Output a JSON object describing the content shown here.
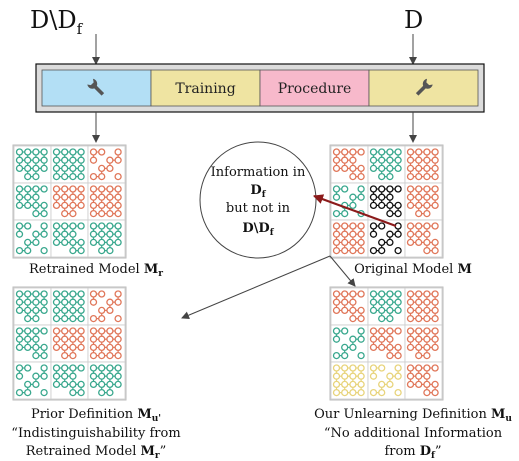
{
  "top_left_label": "D\\Df",
  "top_right_label": "D",
  "procedure_bar": {
    "segments": [
      "",
      "Training",
      "Procedure",
      ""
    ],
    "colors": [
      "#b3dff5",
      "#efe4a2",
      "#f7b9cb",
      "#efe4a2"
    ],
    "wrench_icon": "wrench-icon"
  },
  "bubble": {
    "line1": "Information in",
    "line2": "Df",
    "line3": "but not in",
    "line4": "D\\Df"
  },
  "colors": {
    "teal": "#3aa88e",
    "orange": "#e0775a",
    "black": "#111111",
    "yellow": "#e8d47c",
    "arrow_red": "#8b1a1a"
  },
  "models": {
    "retrained": {
      "label": "Retrained Model",
      "symbol": "Mr",
      "grid": [
        [
          "teal",
          "teal",
          "orange"
        ],
        [
          "teal",
          "orange",
          "orange"
        ],
        [
          "teal",
          "teal",
          "teal"
        ]
      ]
    },
    "original": {
      "label": "Original Model",
      "symbol": "M",
      "grid": [
        [
          "orange",
          "teal",
          "orange"
        ],
        [
          "teal",
          "black",
          "orange"
        ],
        [
          "orange",
          "black",
          "orange"
        ]
      ]
    },
    "prior": {
      "line1": "Prior Definition",
      "symbol": "Mu'",
      "line2": "“Indistinguishability from",
      "line3": "Retrained Model Mr”",
      "grid": [
        [
          "teal",
          "teal",
          "orange"
        ],
        [
          "teal",
          "orange",
          "orange"
        ],
        [
          "teal",
          "teal",
          "teal"
        ]
      ]
    },
    "ours": {
      "line1": "Our Unlearning Definition",
      "symbol": "Mu",
      "line2": "“No additional Information",
      "line3": "from Df”",
      "grid": [
        [
          "orange",
          "teal",
          "orange"
        ],
        [
          "teal",
          "orange",
          "orange"
        ],
        [
          "yellow",
          "yellow",
          "orange"
        ]
      ]
    }
  }
}
